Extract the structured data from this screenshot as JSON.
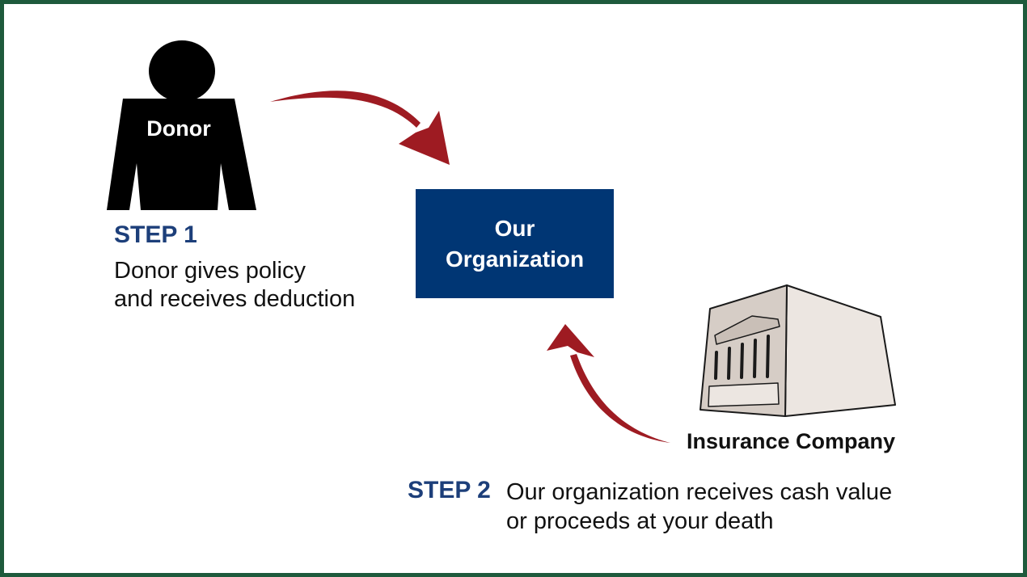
{
  "donor": {
    "label": "Donor"
  },
  "step1": {
    "heading": "STEP 1",
    "line1": "Donor gives policy",
    "line2": "and receives deduction"
  },
  "organization": {
    "line1": "Our",
    "line2": "Organization"
  },
  "insurance": {
    "label": "Insurance Company"
  },
  "step2": {
    "heading": "STEP 2",
    "line1": "Our organization receives cash value",
    "line2": "or proceeds at your death"
  },
  "colors": {
    "frame": "#1e5a3c",
    "step_heading": "#1d3f7a",
    "org_box": "#003674",
    "arrow": "#9e1b22",
    "figure": "#000000",
    "building_front": "#d6cdc6",
    "building_side": "#ece6e1"
  }
}
